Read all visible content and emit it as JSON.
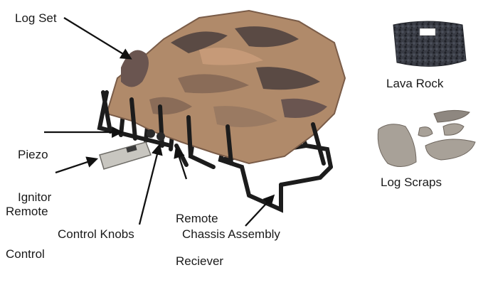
{
  "labels": {
    "log_set": "Log Set",
    "piezo_line1": "Piezo",
    "piezo_line2": "Ignitor",
    "remote_control_line1": "Remote",
    "remote_control_line2": "Control",
    "remote_receiver_line1": "Remote",
    "remote_receiver_line2": "Reciever",
    "control_knobs": "Control Knobs",
    "chassis_assembly": "Chassis Assembly",
    "lava_rock": "Lava Rock",
    "log_scraps": "Log Scraps"
  },
  "colors": {
    "log_tan": "#b08a6a",
    "log_dark": "#5a4a44",
    "grate": "#1c1c1c",
    "rock": "#2e3038",
    "arrow": "#111111"
  }
}
